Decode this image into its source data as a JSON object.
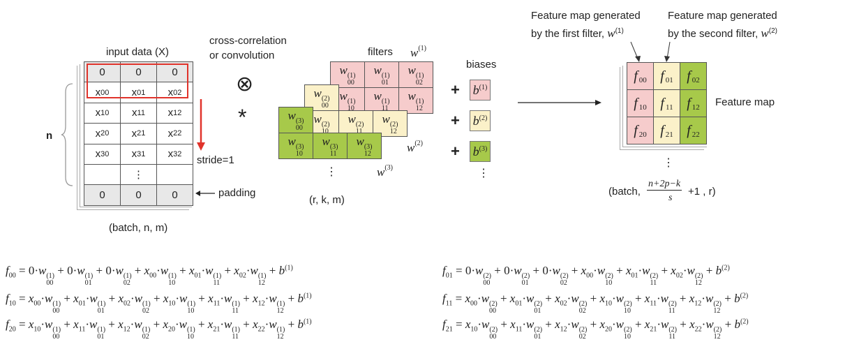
{
  "input": {
    "title": "input data (X)",
    "rows": [
      [
        "0",
        "0",
        "0"
      ],
      [
        "x00",
        "x01",
        "x02"
      ],
      [
        "x10",
        "x11",
        "x12"
      ],
      [
        "x20",
        "x21",
        "x22"
      ],
      [
        "x30",
        "x31",
        "x32"
      ],
      [
        "",
        "⋮",
        ""
      ],
      [
        "0",
        "0",
        "0"
      ]
    ],
    "n_label": "n",
    "stride_label": "stride=1",
    "padding_label": "padding",
    "shape_label": "(batch, n, m)"
  },
  "operation": {
    "label_line1": "cross-correlation",
    "label_line2": "or convolution",
    "otimes": "⊗",
    "star": "*"
  },
  "filters": {
    "title": "filters",
    "shape_label": "(r, k, m)",
    "dots": "⋮",
    "w1_label": "w(1)",
    "w2_label": "w(2)",
    "w3_label": "w(3)",
    "cells": {
      "f1": [
        "w00(1)",
        "w01(1)",
        "w02(1)",
        "w10(1)",
        "w11(1)",
        "w12(1)"
      ],
      "f2": [
        "w00(2)",
        "w10(2)",
        "w11(2)",
        "w12(2)"
      ],
      "f3": [
        "w00(3)",
        "w10(3)",
        "w11(3)",
        "w12(3)"
      ]
    }
  },
  "biases": {
    "title": "biases",
    "items": [
      "b(1)",
      "b(2)",
      "b(3)"
    ],
    "plus": "+",
    "dots": "⋮"
  },
  "feature_map": {
    "label": "Feature map",
    "annot1_line1": "Feature map generated",
    "annot1_line2": "by the first filter, w(1)",
    "annot2_line1": "Feature map generated",
    "annot2_line2": "by the second filter, w(2)",
    "cells": [
      [
        "f00",
        "f01",
        "f02"
      ],
      [
        "f10",
        "f11",
        "f12"
      ],
      [
        "f20",
        "f21",
        "f22"
      ]
    ],
    "dots": "⋮",
    "shape_prefix": "(batch,",
    "shape_numerator": "n+2p−k",
    "shape_denominator": "s",
    "shape_suffix": "+1 , r)"
  },
  "equations": {
    "left": [
      "f00 = 0·w00(1) + 0·w01(1) + 0·w02(1) + x00·w10(1) + x01·w11(1) + x02·w12(1) + b(1)",
      "f10 = x00·w00(1) + x01·w01(1) + x02·w02(1) + x10·w10(1) + x11·w11(1) + x12·w12(1) + b(1)",
      "f20 = x10·w00(1) + x11·w01(1) + x12·w02(1) + x20·w10(1) + x21·w11(1) + x22·w12(1) + b(1)"
    ],
    "right": [
      "f01 = 0·w00(2) + 0·w01(2) + 0·w02(2) + x00·w10(2) + x01·w11(2) + x02·w12(2) + b(2)",
      "f11 = x00·w00(2) + x01·w01(2) + x02·w02(2) + x10·w10(2) + x11·w11(2) + x12·w12(2) + b(2)",
      "f21 = x10·w00(2) + x11·w01(2) + x12·w02(2) + x20·w10(2) + x21·w11(2) + x22·w12(2) + b(2)"
    ]
  },
  "colors": {
    "pink": "#f6cccc",
    "yellow": "#fbf1c9",
    "green": "#a7c94a",
    "red": "#e0332b",
    "gray": "#e8e8e8"
  }
}
